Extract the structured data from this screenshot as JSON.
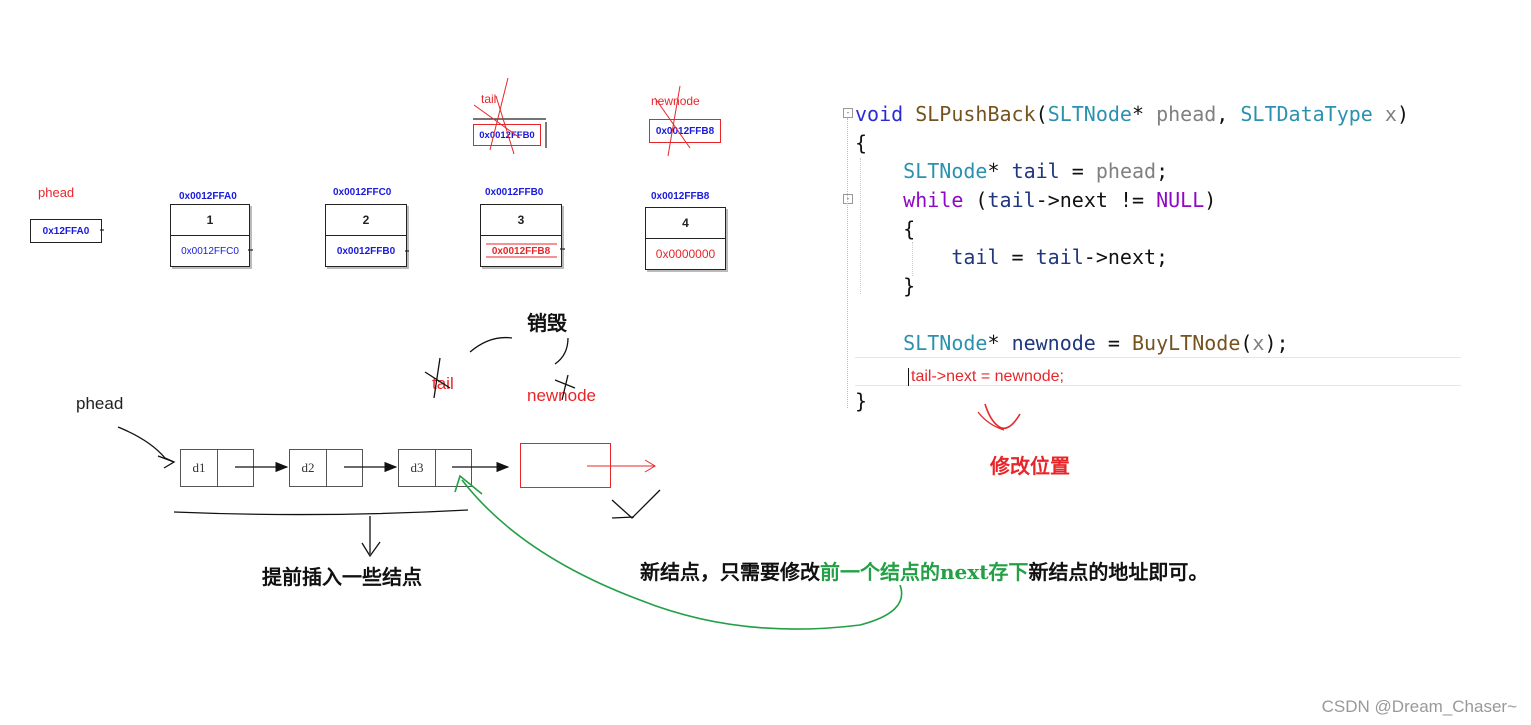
{
  "memory": {
    "phead_label": "phead",
    "phead_value": "0x12FFA0",
    "nodes": [
      {
        "addr": "0x0012FFA0",
        "data": "1",
        "next": "0x0012FFC0"
      },
      {
        "addr": "0x0012FFC0",
        "data": "2",
        "next": "0x0012FFB0"
      },
      {
        "addr": "0x0012FFB0",
        "data": "3",
        "next": "0x0012FFB8"
      },
      {
        "addr": "0x0012FFB8",
        "data": "4",
        "next": "0x0000000"
      }
    ],
    "tail_label": "tail",
    "tail_value": "0x0012FFB0",
    "newnode_label": "newnode",
    "newnode_value": "0x0012FFB8"
  },
  "annotations": {
    "destroy": "销毁",
    "tail": "tail",
    "newnode": "newnode",
    "phead": "phead",
    "insert_note": "提前插入一些结点",
    "modify_pos": "修改位置",
    "explain_a": "新结点，只需要修改",
    "explain_b": "前一个结点的next存下",
    "explain_c": "新结点的地址即可。"
  },
  "list_nodes": [
    "d1",
    "d2",
    "d3"
  ],
  "code": {
    "l1_void": "void",
    "l1_fn": "SLPushBack",
    "l1_t1": "SLTNode",
    "l1_p1": "phead",
    "l1_t2": "SLTDataType",
    "l1_p2": "x",
    "l2": "{",
    "l3_t": "SLTNode",
    "l3_var": "tail",
    "l3_p": "phead",
    "l4_kw": "while",
    "l4_a": "tail",
    "l4_b": "->next != ",
    "l4_null": "NULL",
    "l5": "{",
    "l6_a": "tail",
    "l6_b": "tail",
    "l6_c": "->next;",
    "l7": "}",
    "l9_t": "SLTNode",
    "l9_var": "newnode",
    "l9_fn": "BuyLTNode",
    "l9_p": "x",
    "l10": "tail->next = newnode;",
    "l11": "}"
  },
  "colors": {
    "red": "#e8262a",
    "blue": "#1a1adc",
    "green": "#23a046"
  },
  "watermark": "CSDN @Dream_Chaser~"
}
